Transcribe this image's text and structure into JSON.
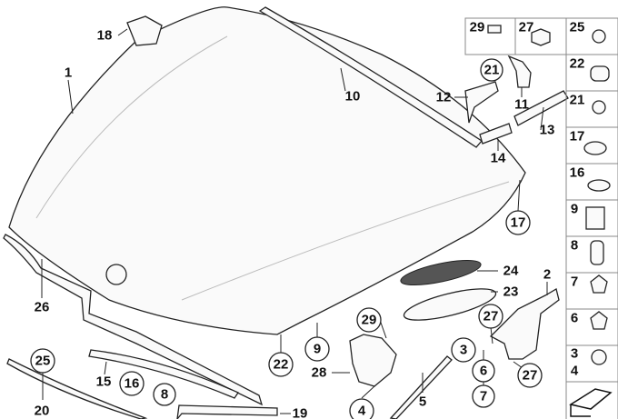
{
  "diagram": {
    "callouts": [
      {
        "id": "c18",
        "text": "18",
        "circled": false
      },
      {
        "id": "c1",
        "text": "1",
        "circled": false
      },
      {
        "id": "c10",
        "text": "10",
        "circled": false
      },
      {
        "id": "c12",
        "text": "12",
        "circled": false
      },
      {
        "id": "c21a",
        "text": "21",
        "circled": true
      },
      {
        "id": "c11",
        "text": "11",
        "circled": false
      },
      {
        "id": "c13",
        "text": "13",
        "circled": false
      },
      {
        "id": "c14",
        "text": "14",
        "circled": false
      },
      {
        "id": "c17a",
        "text": "17",
        "circled": true
      },
      {
        "id": "c26",
        "text": "26",
        "circled": false
      },
      {
        "id": "c24",
        "text": "24",
        "circled": false
      },
      {
        "id": "c23",
        "text": "23",
        "circled": false
      },
      {
        "id": "c2",
        "text": "2",
        "circled": false
      },
      {
        "id": "c29a",
        "text": "29",
        "circled": true
      },
      {
        "id": "c27a",
        "text": "27",
        "circled": true
      },
      {
        "id": "c9a",
        "text": "9",
        "circled": true
      },
      {
        "id": "c22a",
        "text": "22",
        "circled": true
      },
      {
        "id": "c28",
        "text": "28",
        "circled": false
      },
      {
        "id": "c3a",
        "text": "3",
        "circled": true
      },
      {
        "id": "c6a",
        "text": "6",
        "circled": true
      },
      {
        "id": "c27b",
        "text": "27",
        "circled": true
      },
      {
        "id": "c7a",
        "text": "7",
        "circled": true
      },
      {
        "id": "c5",
        "text": "5",
        "circled": false
      },
      {
        "id": "c4a",
        "text": "4",
        "circled": true
      },
      {
        "id": "c25a",
        "text": "25",
        "circled": true
      },
      {
        "id": "c15",
        "text": "15",
        "circled": false
      },
      {
        "id": "c16a",
        "text": "16",
        "circled": true
      },
      {
        "id": "c8a",
        "text": "8",
        "circled": true
      },
      {
        "id": "c20",
        "text": "20",
        "circled": false
      },
      {
        "id": "c19",
        "text": "19",
        "circled": false
      }
    ],
    "fastener_grid": [
      "29",
      "27",
      "25",
      "22",
      "21",
      "17",
      "16",
      "9",
      "8",
      "7",
      "6",
      "3",
      "4"
    ]
  }
}
